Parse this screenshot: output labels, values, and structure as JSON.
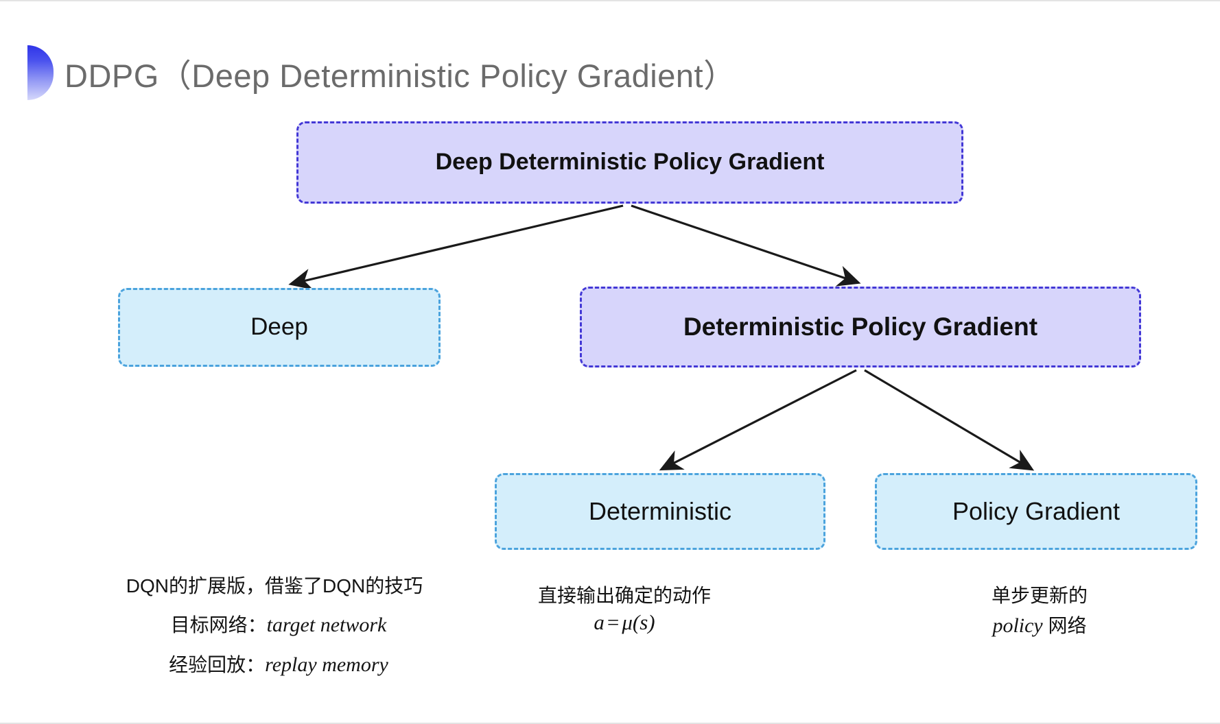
{
  "slide": {
    "title": "DDPG（Deep Deterministic Policy Gradient）",
    "bullet_icon": "half-circle-gradient-icon",
    "background_color": "#ffffff"
  },
  "palette": {
    "purple_fill": "#d7d5fb",
    "purple_border": "#4338d6",
    "blue_fill": "#d4eefb",
    "blue_border": "#4ba3dd",
    "title_color": "#6b6b6b",
    "text_color": "#111111",
    "arrow_color": "#1a1a1a"
  },
  "diagram": {
    "type": "tree",
    "nodes": [
      {
        "id": "root",
        "label": "Deep Deterministic Policy Gradient",
        "style": "purple",
        "level": 0
      },
      {
        "id": "deep",
        "label": "Deep",
        "style": "blue",
        "level": 1
      },
      {
        "id": "dpg",
        "label": "Deterministic Policy Gradient",
        "style": "purple",
        "level": 1
      },
      {
        "id": "det",
        "label": "Deterministic",
        "style": "blue",
        "level": 2
      },
      {
        "id": "pg",
        "label": "Policy Gradient",
        "style": "blue",
        "level": 2
      }
    ],
    "edges": [
      {
        "from": "root",
        "to": "deep"
      },
      {
        "from": "root",
        "to": "dpg"
      },
      {
        "from": "dpg",
        "to": "det"
      },
      {
        "from": "dpg",
        "to": "pg"
      }
    ]
  },
  "annotations": {
    "deep": {
      "line1": "DQN的扩展版，借鉴了DQN的技巧",
      "line2_label": "目标网络：",
      "line2_term": "target network",
      "line3_label": "经验回放：",
      "line3_term": "replay memory"
    },
    "deterministic": {
      "line1": "直接输出确定的动作",
      "formula_lhs": "a",
      "formula_op": "=",
      "formula_rhs": "μ(s)"
    },
    "policy_gradient": {
      "line1": "单步更新的",
      "line2_term": "policy",
      "line2_suffix": "网络"
    }
  }
}
